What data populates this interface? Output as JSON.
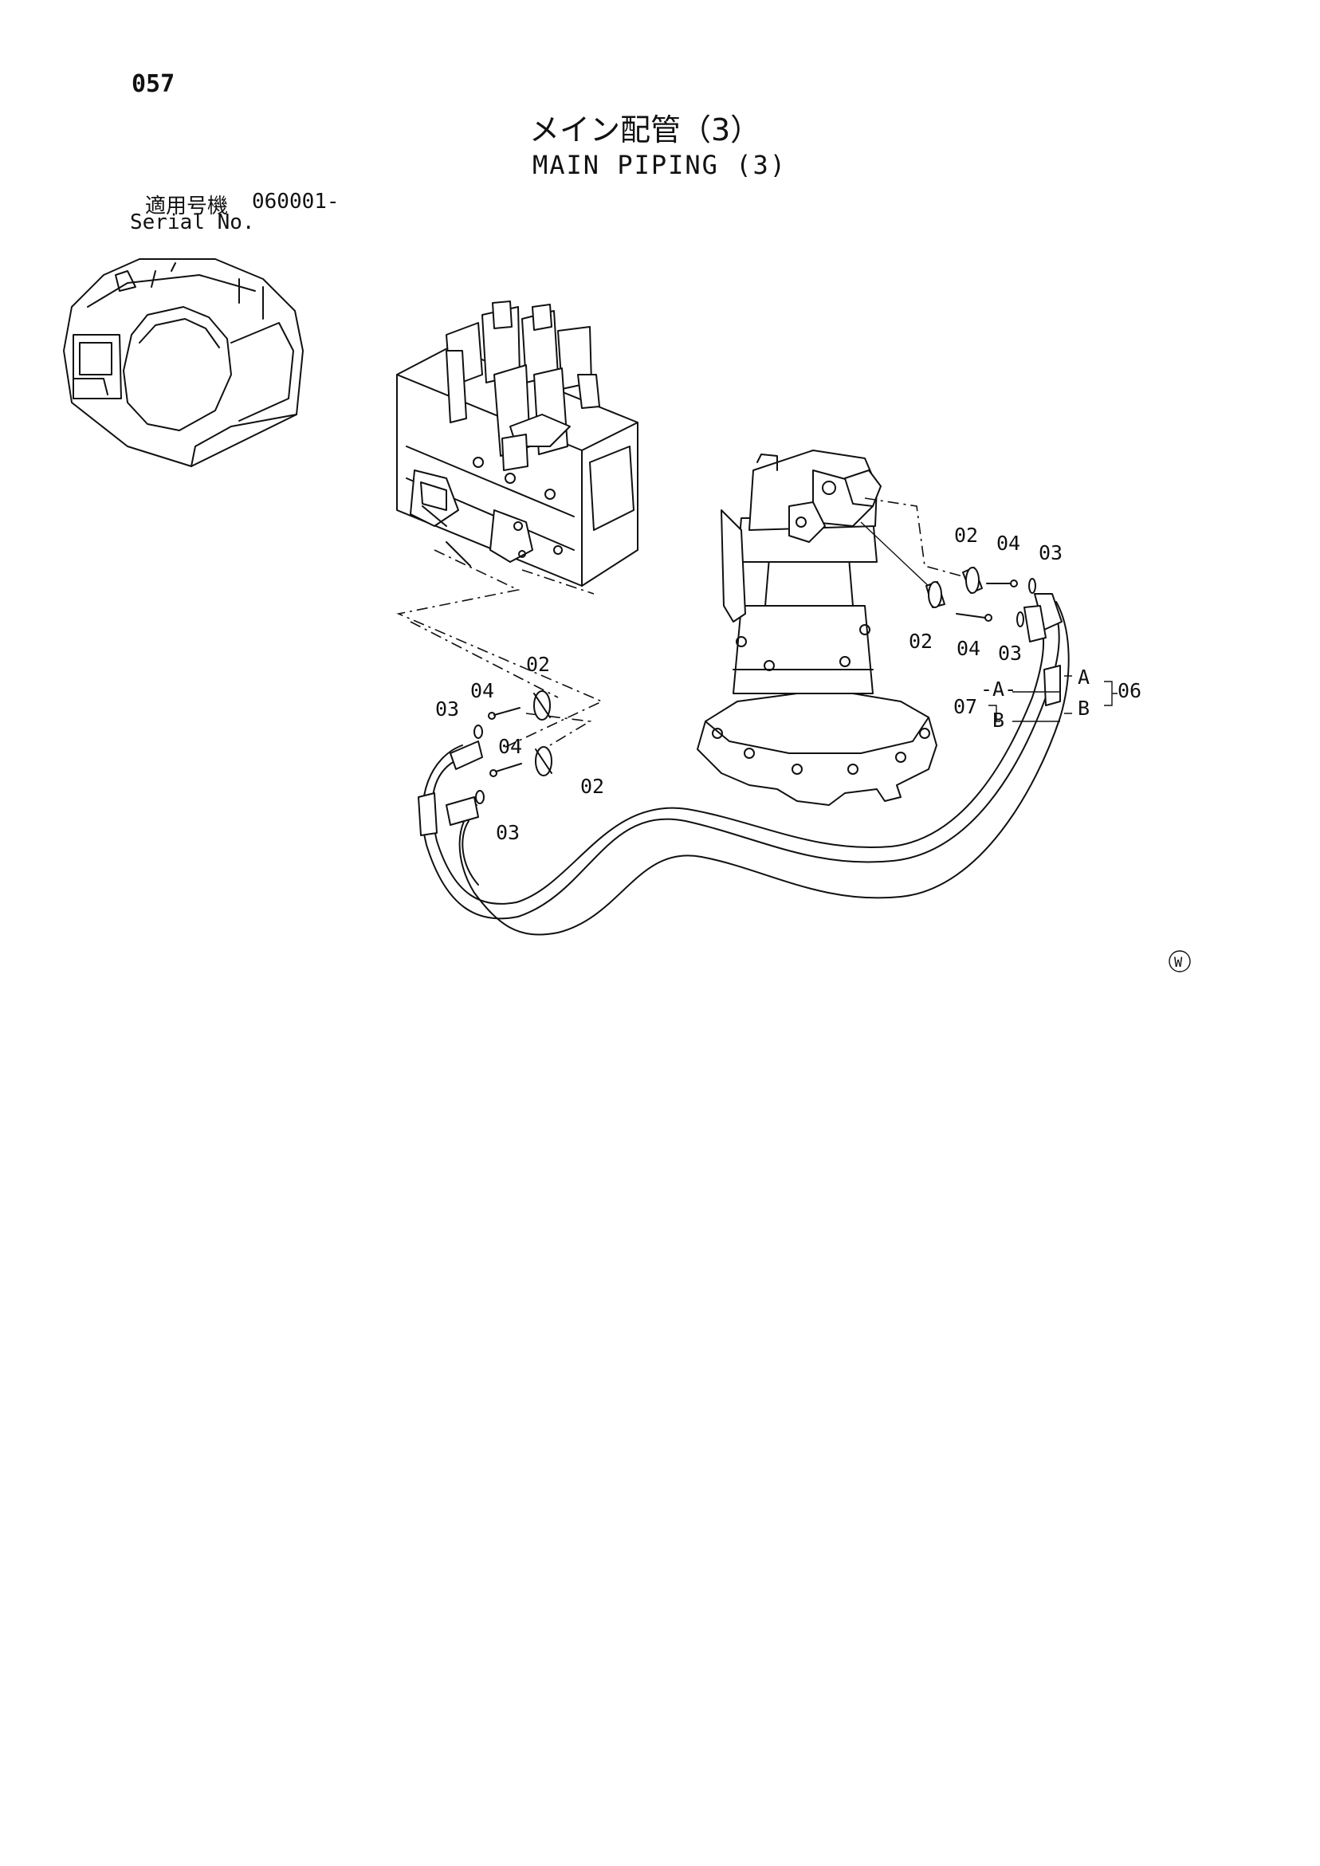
{
  "header": {
    "page_number": "057",
    "title_jp": "メイン配管（3）",
    "title_en": "MAIN PIPING (3)",
    "serial_label_jp": "適用号機",
    "serial_range": "060001-",
    "serial_label_en": "Serial No."
  },
  "callouts": {
    "c02_top": "02",
    "c04_top": "04",
    "c03_top": "03",
    "c02_mid": "02",
    "c04_mid": "04",
    "c03_mid": "03",
    "a_left": "-A-",
    "a_right": "A",
    "b_left": "B",
    "b_right": "B",
    "c06": "06",
    "c07": "07",
    "c02_valve_top": "02",
    "c04_valve_top": "04",
    "c03_valve_top": "03",
    "c04_valve_bot": "04",
    "c02_valve_bot": "02",
    "c03_valve_bot": "03"
  },
  "mark": {
    "symbol": "W"
  }
}
